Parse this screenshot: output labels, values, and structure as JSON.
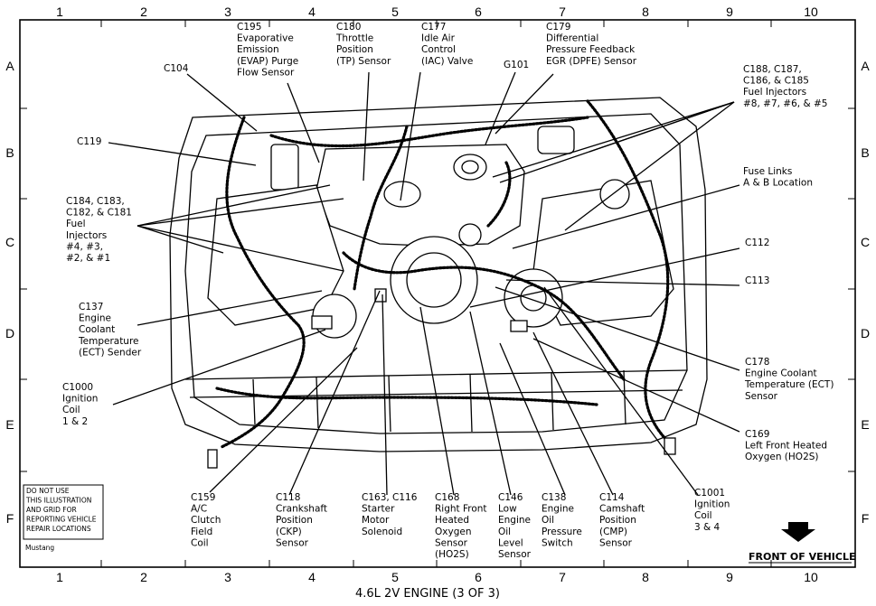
{
  "grid": {
    "columns": [
      "1",
      "2",
      "3",
      "4",
      "5",
      "6",
      "7",
      "8",
      "9",
      "10"
    ],
    "rows": [
      "A",
      "B",
      "C",
      "D",
      "E",
      "F"
    ]
  },
  "labels": {
    "c195": [
      "C195",
      "Evaporative",
      "Emission",
      "(EVAP) Purge",
      "Flow Sensor"
    ],
    "c180": [
      "C180",
      "Throttle",
      "Position",
      "(TP) Sensor"
    ],
    "c177": [
      "C177",
      "Idle Air",
      "Control",
      "(IAC) Valve"
    ],
    "g101": [
      "G101"
    ],
    "c179": [
      "C179",
      "Differential",
      "Pressure Feedback",
      "EGR (DPFE) Sensor"
    ],
    "c104": [
      "C104"
    ],
    "c188": [
      "C188, C187,",
      "C186, & C185",
      "Fuel Injectors",
      "#8, #7, #6, & #5"
    ],
    "c119": [
      "C119"
    ],
    "fuse": [
      "Fuse Links",
      "A & B Location"
    ],
    "c184": [
      "C184, C183,",
      "C182, & C181",
      "Fuel",
      "Injectors",
      "#4, #3,",
      "#2, & #1"
    ],
    "c112": [
      "C112"
    ],
    "c113": [
      "C113"
    ],
    "c137": [
      "C137",
      "Engine",
      "Coolant",
      "Temperature",
      "(ECT) Sender"
    ],
    "c178": [
      "C178",
      "Engine Coolant",
      "Temperature (ECT)",
      "Sensor"
    ],
    "c1000": [
      "C1000",
      "Ignition",
      "Coil",
      "1 & 2"
    ],
    "c169": [
      "C169",
      "Left Front Heated",
      "Oxygen (HO2S)"
    ],
    "c159": [
      "C159",
      "A/C",
      "Clutch",
      "Field",
      "Coil"
    ],
    "c118": [
      "C118",
      "Crankshaft",
      "Position",
      "(CKP)",
      "Sensor"
    ],
    "c163": [
      "C163, C116",
      "Starter",
      "Motor",
      "Solenoid"
    ],
    "c168": [
      "C168",
      "Right Front",
      "Heated",
      "Oxygen",
      "Sensor",
      "(HO2S)"
    ],
    "c146": [
      "C146",
      "Low",
      "Engine",
      "Oil",
      "Level",
      "Sensor"
    ],
    "c138": [
      "C138",
      "Engine",
      "Oil",
      "Pressure",
      "Switch"
    ],
    "c114": [
      "C114",
      "Camshaft",
      "Position",
      "(CMP)",
      "Sensor"
    ],
    "c1001": [
      "C1001",
      "Ignition",
      "Coil",
      "3 & 4"
    ]
  },
  "disclaimer": [
    "DO NOT USE",
    "THIS ILLUSTRATION",
    "AND GRID FOR",
    "REPORTING VEHICLE",
    "REPAIR LOCATIONS"
  ],
  "model": "Mustang",
  "front_of_vehicle": "FRONT OF VEHICLE",
  "caption": "4.6L 2V ENGINE (3 OF 3)"
}
